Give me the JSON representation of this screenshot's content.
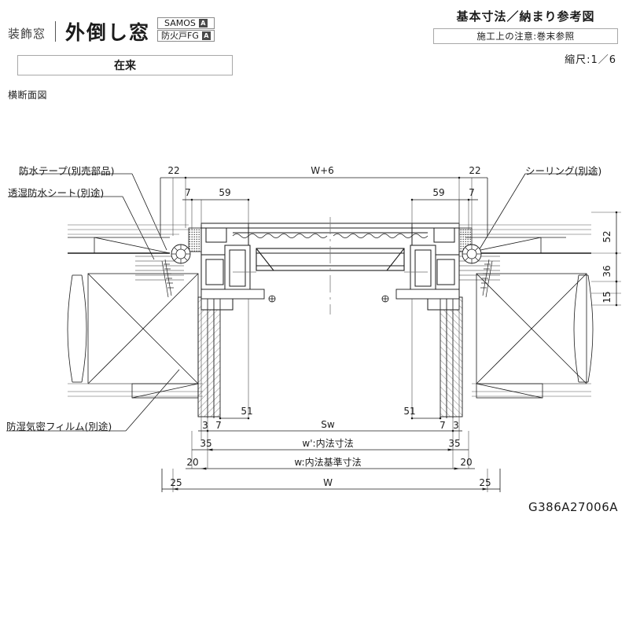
{
  "header": {
    "category": "装飾窓",
    "title": "外倒し窓",
    "badges": [
      {
        "label": "SAMOS",
        "grade": "A"
      },
      {
        "label": "防火戸FG",
        "grade": "A"
      }
    ],
    "tab_label": "在来",
    "right_title": "基本寸法／納まり参考図",
    "right_note": "施工上の注意:巻末参照",
    "scale": "縮尺:1／6"
  },
  "section_label": "横断面図",
  "drawing_code": "G386A27006A",
  "annotations": [
    {
      "name": "waterproof-tape",
      "text": "防水テープ(別売部品)"
    },
    {
      "name": "moisture-permeable-sheet",
      "text": "透湿防水シート(別途)"
    },
    {
      "name": "vapour-barrier-film",
      "text": "防湿気密フィルム(別途)"
    },
    {
      "name": "sealing",
      "text": "シーリング(別途)"
    }
  ],
  "dimensions": {
    "top_overall": "W+6",
    "top_left_edge": "22",
    "top_right_edge": "22",
    "top_left_inner": "7",
    "top_right_inner": "7",
    "top_left_59": "59",
    "top_right_59": "59",
    "right_v1": "52",
    "right_v2": "36",
    "right_v3": "15",
    "bot_left_51": "51",
    "bot_right_51": "51",
    "bot_left_3": "3",
    "bot_left_7": "7",
    "bot_right_7": "7",
    "bot_right_3": "3",
    "sash_width": "Sw",
    "left_35": "35",
    "right_35": "35",
    "inner_clear": "w':内法寸法",
    "left_20": "20",
    "right_20": "20",
    "inner_standard": "w:内法基準寸法",
    "left_25": "25",
    "right_25": "25",
    "overall_width": "W"
  },
  "colors": {
    "line": "#1b1b1b",
    "thin": "#6f6f6f",
    "hatch": "#555555",
    "text": "#1b1b1b",
    "border": "#a8a8a8"
  }
}
